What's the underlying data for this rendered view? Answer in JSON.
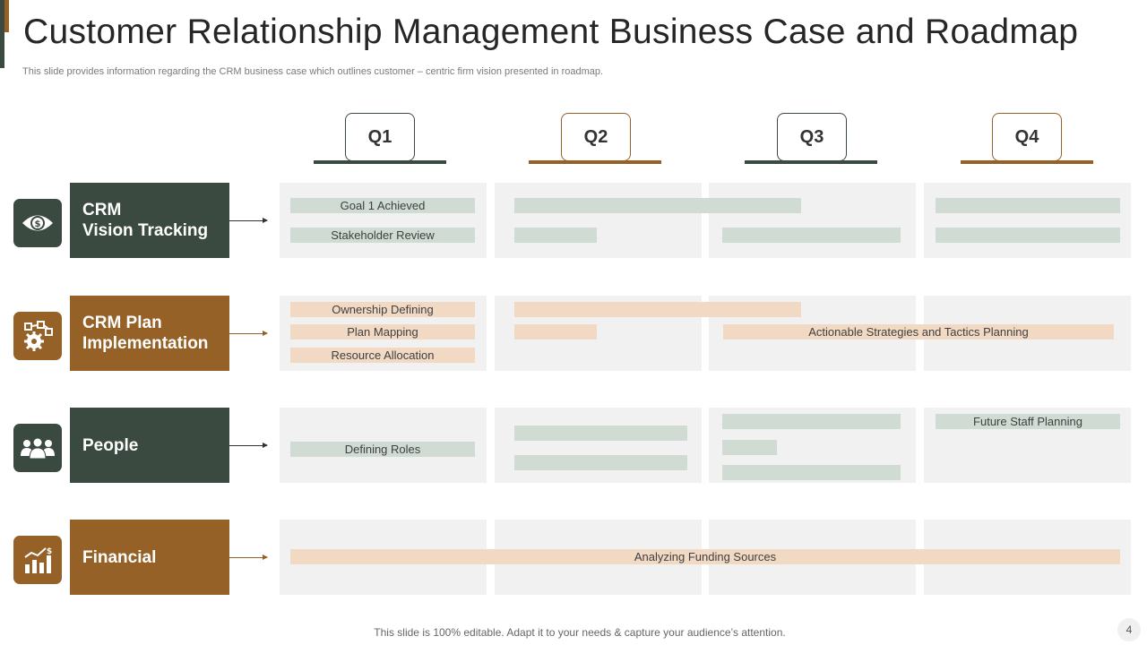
{
  "title": "Customer Relationship Management Business Case and Roadmap",
  "subtitle": "This slide provides information regarding the CRM business case which outlines customer – centric firm vision presented in roadmap.",
  "quarters": [
    "Q1",
    "Q2",
    "Q3",
    "Q4"
  ],
  "rows": [
    {
      "label_line1": "CRM",
      "label_line2": "Vision Tracking",
      "icon": "eye-dollar-icon"
    },
    {
      "label_line1": "CRM Plan",
      "label_line2": "Implementation",
      "icon": "gears-icon"
    },
    {
      "label_line1": "People",
      "label_line2": "",
      "icon": "team-icon"
    },
    {
      "label_line1": "Financial",
      "label_line2": "",
      "icon": "growth-chart-icon"
    }
  ],
  "tasks": {
    "goal_achieved": "Goal 1 Achieved",
    "stakeholder_review": "Stakeholder Review",
    "ownership_defining": "Ownership Defining",
    "plan_mapping": "Plan Mapping",
    "resource_allocation": "Resource Allocation",
    "actionable_strategies": "Actionable Strategies and Tactics Planning",
    "defining_roles": "Defining Roles",
    "future_staff": "Future Staff Planning",
    "analyzing_funding": "Analyzing Funding Sources"
  },
  "footer": "This slide is 100% editable. Adapt it to your needs & capture your audience’s attention.",
  "page_number": "4",
  "colors": {
    "green": "#3b4a40",
    "brown": "#956127",
    "bar_green": "#cfdbd3",
    "bar_peach": "#f1d9c4"
  }
}
